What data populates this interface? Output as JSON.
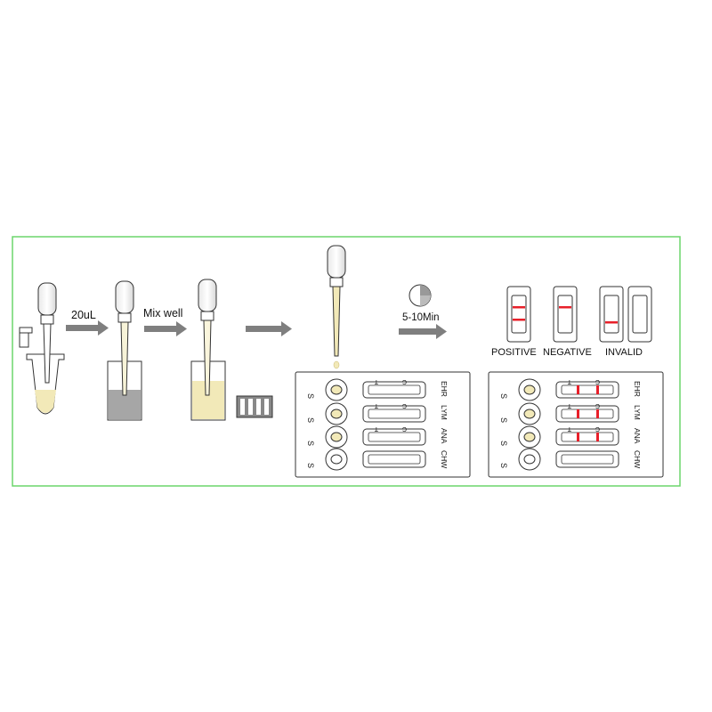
{
  "colors": {
    "frame": "#6cd66c",
    "arrow": "#7f7f7f",
    "sample": "#f2e9b8",
    "buffer": "#a6a6a6",
    "line": "#e8202a",
    "outline": "#333333"
  },
  "steps": {
    "volume_label": "20uL",
    "mix_label": "Mix well",
    "time_label": "5-10Min"
  },
  "results": {
    "positive": "POSITIVE",
    "negative": "NEGATIVE",
    "invalid": "INVALID"
  },
  "cassette": {
    "sample_label": "S",
    "test_label": "T",
    "control_label": "C",
    "strips": [
      "EHR",
      "LYM",
      "ANA",
      "CHW"
    ]
  }
}
